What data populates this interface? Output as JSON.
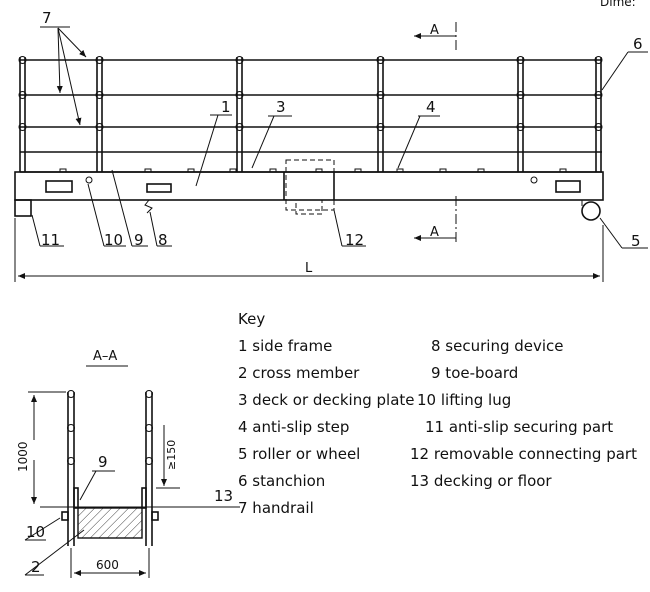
{
  "top_corner_text": "Dime:",
  "main_view": {
    "callouts": [
      {
        "id": "c1",
        "label": "1"
      },
      {
        "id": "c3",
        "label": "3"
      },
      {
        "id": "c4",
        "label": "4"
      },
      {
        "id": "c6",
        "label": "6"
      },
      {
        "id": "c7",
        "label": "7"
      },
      {
        "id": "c5",
        "label": "5"
      },
      {
        "id": "c8",
        "label": "8"
      },
      {
        "id": "c9",
        "label": "9"
      },
      {
        "id": "c10",
        "label": "10"
      },
      {
        "id": "c11",
        "label": "11"
      },
      {
        "id": "c12",
        "label": "12"
      }
    ],
    "section_marker_top": "A",
    "section_marker_bottom": "A",
    "length_dimension": "L"
  },
  "section_view": {
    "title": "A–A",
    "height_dimension": "1000",
    "toeboard_dimension": "≥150",
    "width_dimension": "600",
    "callouts": [
      {
        "id": "s9",
        "label": "9"
      },
      {
        "id": "s13",
        "label": "13"
      },
      {
        "id": "s10",
        "label": "10"
      },
      {
        "id": "s2",
        "label": "2"
      }
    ]
  },
  "key": {
    "title": "Key",
    "left": [
      "1 side frame",
      "2 cross member",
      "3 deck or decking plate",
      "4 anti-slip step",
      "5 roller or wheel",
      "6 stanchion",
      "7 handrail"
    ],
    "right": [
      "8 securing device",
      "9 toe-board",
      "10 lifting lug",
      "11 anti-slip securing part",
      "12 removable connecting part",
      "13 decking or floor"
    ]
  }
}
